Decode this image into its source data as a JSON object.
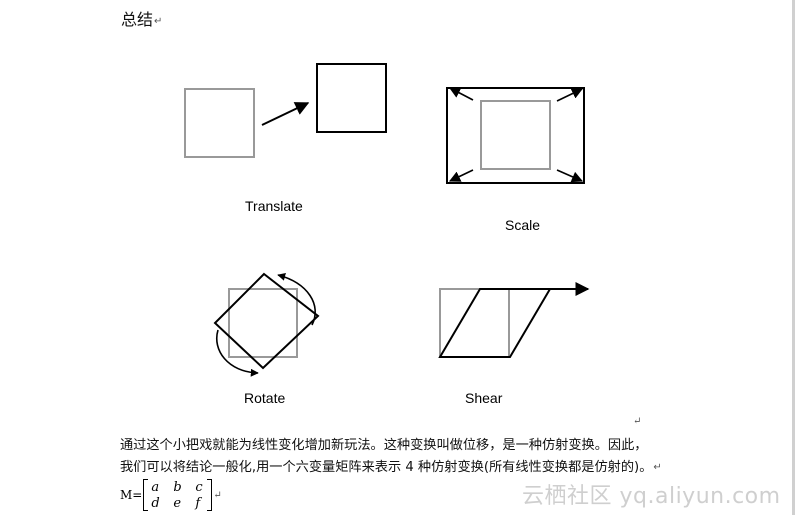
{
  "heading": {
    "text": "总结",
    "mark": "↵"
  },
  "figure": {
    "labels": {
      "translate": "Translate",
      "scale": "Scale",
      "rotate": "Rotate",
      "shear": "Shear"
    },
    "colors": {
      "original": "#999999",
      "transformed": "#000000"
    }
  },
  "body": {
    "lone_mark": "↵",
    "line1": "通过这个小把戏就能为线性变化增加新玩法。这种变换叫做位移，是一种仿射变换。因此，",
    "line2": "我们可以将结论一般化,用一个六变量矩阵来表示 4 种仿射变换(所有线性变换都是仿射的)。",
    "line2_mark": "↵"
  },
  "matrix": {
    "label": "M=",
    "cells": [
      "a",
      "b",
      "c",
      "d",
      "e",
      "f"
    ],
    "mark": "↵"
  },
  "watermark": "云栖社区 yq.aliyun.com"
}
